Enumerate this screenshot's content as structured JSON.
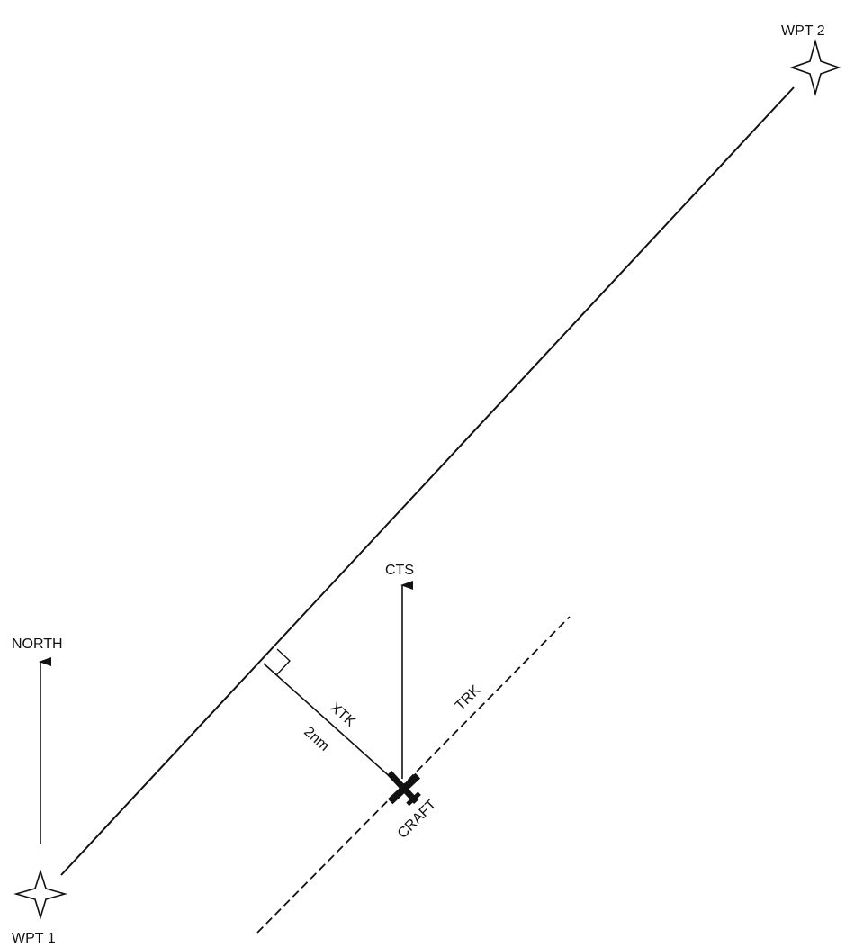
{
  "diagram": {
    "waypoint_start": {
      "label": "WPT 1",
      "icon": "four-point-star-icon"
    },
    "waypoint_end": {
      "label": "WPT 2",
      "icon": "four-point-star-icon"
    },
    "north_arrow": {
      "label": "NORTH",
      "icon": "arrow-up-icon"
    },
    "course_to_steer": {
      "label": "CTS",
      "icon": "arrow-up-icon"
    },
    "track_line": {
      "label": "TRK"
    },
    "cross_track": {
      "label": "XTK",
      "distance": "2nm"
    },
    "craft": {
      "label": "CRAFT",
      "icon": "aircraft-icon"
    },
    "colors": {
      "ink": "#111111",
      "background": "#ffffff"
    }
  }
}
